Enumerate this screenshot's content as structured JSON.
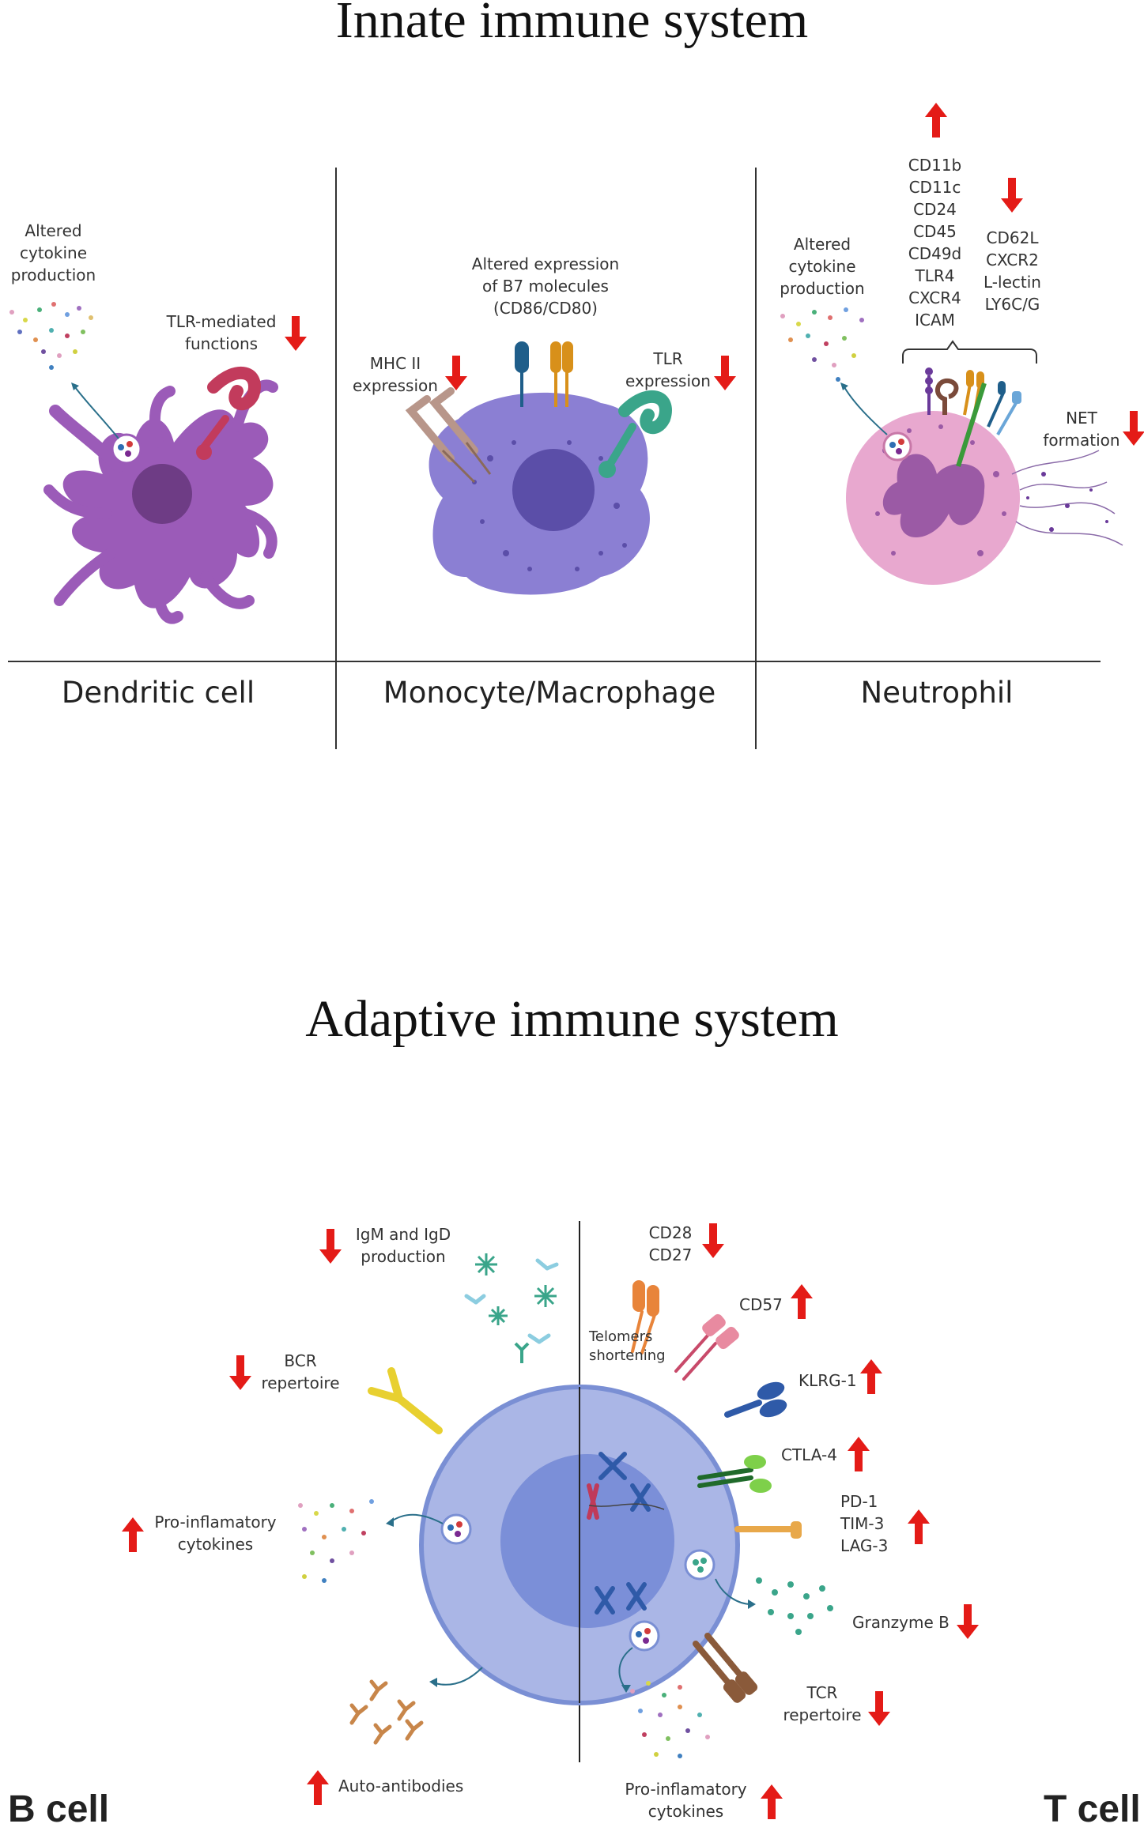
{
  "innate": {
    "title": "Innate immune system",
    "dendritic": {
      "name": "Dendritic cell",
      "cytokine_label": [
        "Altered",
        "cytokine",
        "production"
      ],
      "tlr_label": [
        "TLR-mediated",
        "functions"
      ]
    },
    "monocyte": {
      "name": "Monocyte/Macrophage",
      "b7_label": [
        "Altered expression",
        "of B7 molecules",
        "(CD86/CD80)"
      ],
      "mhc_label": [
        "MHC II",
        "expression"
      ],
      "tlr_label": [
        "TLR",
        "expression"
      ]
    },
    "neutrophil": {
      "name": "Neutrophil",
      "cytokine_label": [
        "Altered",
        "cytokine",
        "production"
      ],
      "up_markers": [
        "CD11b",
        "CD11c",
        "CD24",
        "CD45",
        "CD49d",
        "TLR4",
        "CXCR4",
        "ICAM"
      ],
      "down_markers": [
        "CD62L",
        "CXCR2",
        "L-lectin",
        "LY6C/G"
      ],
      "net_label": [
        "NET",
        "formation"
      ]
    }
  },
  "adaptive": {
    "title": "Adaptive immune system",
    "bcell": {
      "name": "B cell",
      "igm_label": [
        "IgM and IgD",
        "production"
      ],
      "bcr_label": [
        "BCR",
        "repertoire"
      ],
      "proinflam_label": [
        "Pro-inflamatory",
        "cytokines"
      ],
      "autoab_label": "Auto-antibodies"
    },
    "tcell": {
      "name": "T cell",
      "cd28_label": [
        "CD28",
        "CD27"
      ],
      "cd57_label": "CD57",
      "klrg_label": "KLRG-1",
      "ctla_label": "CTLA-4",
      "pd1_label": [
        "PD-1",
        "TIM-3",
        "LAG-3"
      ],
      "granzyme_label": "Granzyme B",
      "tcr_label": [
        "TCR",
        "repertoire"
      ],
      "proinflam_label": [
        "Pro-inflamatory",
        "cytokines"
      ]
    },
    "nucleus_label": [
      "Telomers",
      "shortening"
    ]
  },
  "colors": {
    "arrow_red": "#e41b17",
    "dendritic": "#9b5bb8",
    "monocyte": "#8b7fd3",
    "neutrophil": "#e8a8cf",
    "adaptive_cell": "#aab6e6",
    "adaptive_nucleus": "#7b8fd8"
  }
}
